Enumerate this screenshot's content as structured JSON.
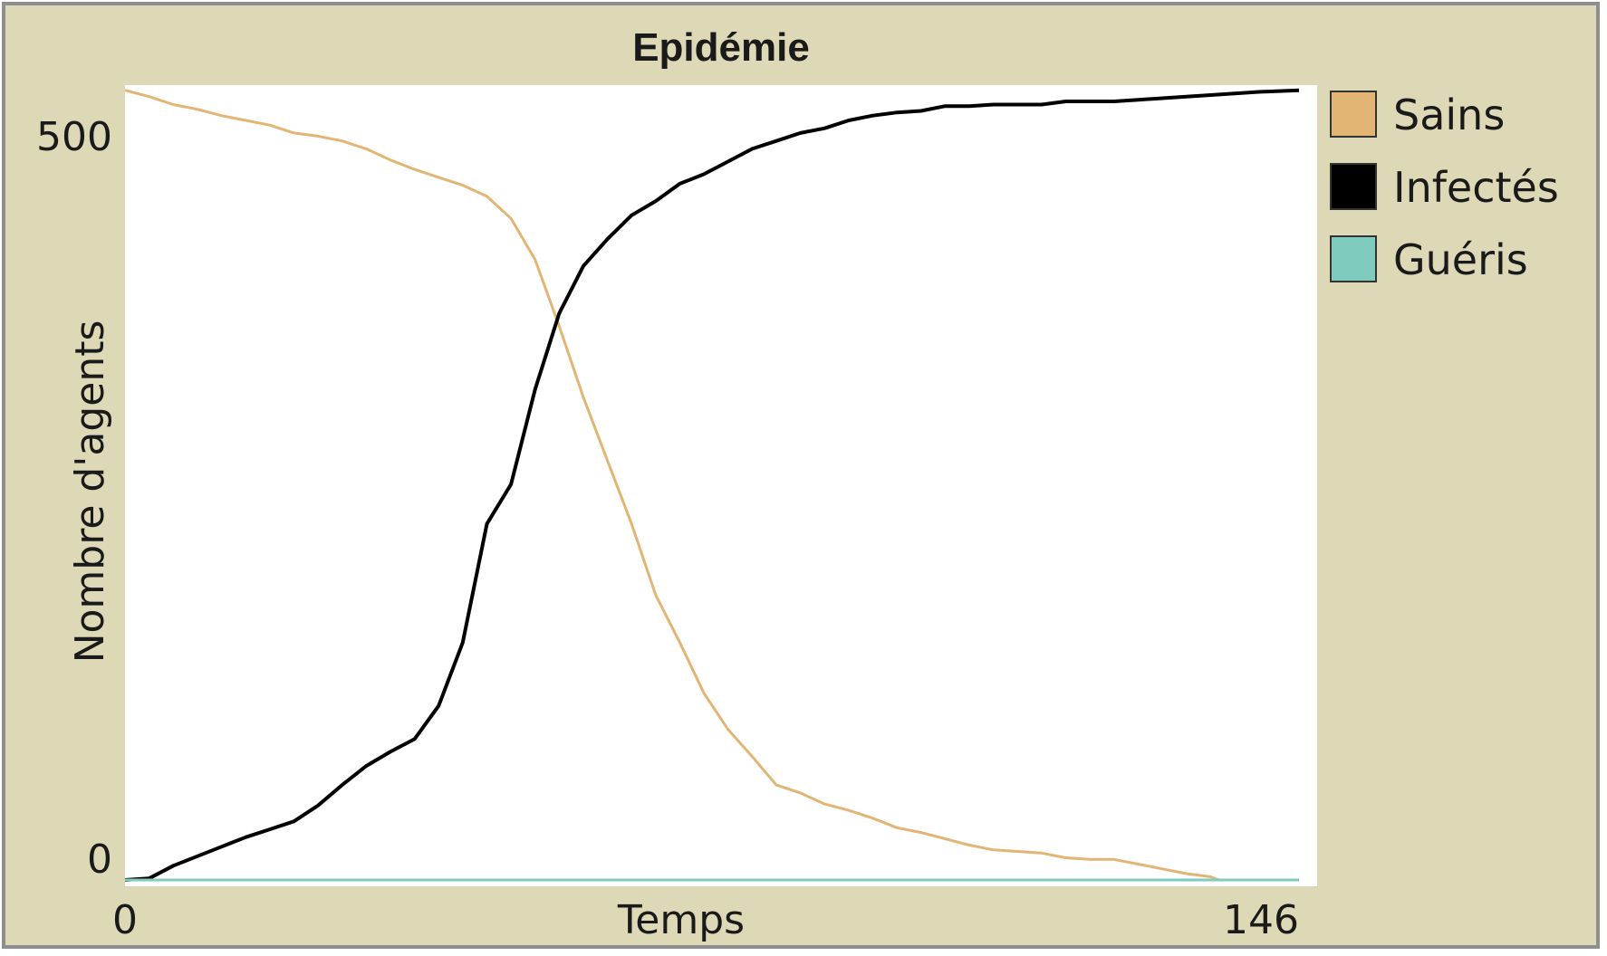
{
  "chart_data": {
    "type": "line",
    "title": "Epidémie",
    "xlabel": "Temps",
    "ylabel": "Nombre d'agents",
    "xlim": [
      0,
      146
    ],
    "ylim": [
      0,
      500
    ],
    "x_tick_labels": [
      "0",
      "146"
    ],
    "y_tick_labels": [
      "0",
      "500"
    ],
    "grid": false,
    "legend_position": "right",
    "series": [
      {
        "name": "Sains",
        "color": "#e2b574",
        "x": [
          0,
          3,
          6,
          9,
          12,
          15,
          18,
          21,
          24,
          27,
          30,
          33,
          36,
          39,
          42,
          45,
          48,
          51,
          54,
          57,
          60,
          63,
          66,
          69,
          72,
          75,
          78,
          81,
          84,
          87,
          90,
          93,
          96,
          99,
          102,
          105,
          108,
          111,
          114,
          117,
          120,
          123,
          126,
          129,
          132,
          135,
          136
        ],
        "y": [
          499,
          495,
          490,
          487,
          483,
          480,
          477,
          472,
          470,
          467,
          462,
          455,
          449,
          444,
          439,
          432,
          418,
          392,
          350,
          305,
          265,
          225,
          180,
          150,
          118,
          95,
          78,
          60,
          55,
          48,
          44,
          39,
          33,
          30,
          26,
          22,
          19,
          18,
          17,
          14,
          13,
          13,
          10,
          7,
          4,
          2,
          0
        ]
      },
      {
        "name": "Infectés",
        "color": "#000000",
        "x": [
          0,
          3,
          6,
          9,
          12,
          15,
          18,
          21,
          24,
          27,
          30,
          33,
          36,
          39,
          42,
          45,
          48,
          51,
          54,
          57,
          60,
          63,
          66,
          69,
          72,
          75,
          78,
          81,
          84,
          87,
          90,
          93,
          96,
          99,
          102,
          105,
          108,
          111,
          114,
          117,
          120,
          123,
          126,
          129,
          132,
          135,
          138,
          141,
          146
        ],
        "y": [
          0,
          1,
          9,
          15,
          21,
          27,
          32,
          37,
          47,
          60,
          72,
          81,
          89,
          110,
          150,
          225,
          250,
          310,
          358,
          388,
          405,
          420,
          429,
          440,
          446,
          454,
          462,
          467,
          472,
          475,
          480,
          483,
          485,
          486,
          489,
          489,
          490,
          490,
          490,
          492,
          492,
          492,
          493,
          494,
          495,
          496,
          497,
          498,
          499
        ]
      },
      {
        "name": "Guéris",
        "color": "#7fcbbd",
        "x": [
          0,
          146
        ],
        "y": [
          0,
          0
        ]
      }
    ]
  }
}
